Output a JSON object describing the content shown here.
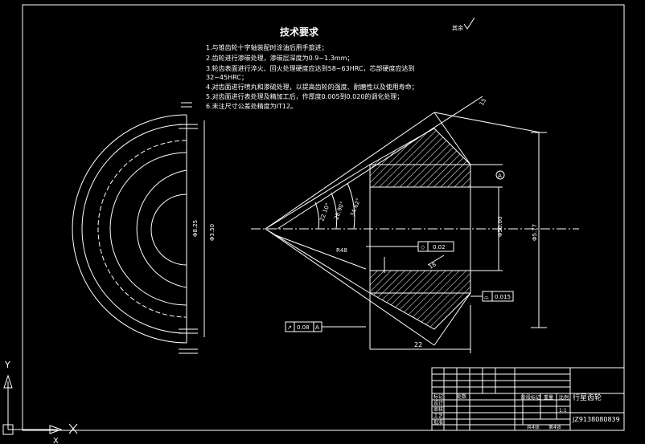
{
  "colors": {
    "background": "#000000",
    "lines": "#ffffff",
    "titleblock": "#ffffff"
  },
  "tech_requirements": {
    "title": "技术要求",
    "items": [
      "1.与锥齿轮十字轴装配时涂油后用手旋进；",
      "2.齿轮进行渗碳处理，渗碳层深度为0.9~1.3mm；",
      "3.轮齿表面进行淬火、回火处理硬度应达到58~63HRC，芯部硬度应达到",
      "32~45HRC；",
      "4.对齿面进行喷丸和渗硫处理，以提高齿轮的强度、耐磨性以及使用寿命；",
      "5.对齿面进行表处理及精加工后，作厚度0.005到0.020的调化处理；",
      "6.未注尺寸公差处精度为IT12。"
    ]
  },
  "roughness_note": "其余",
  "dimensions": {
    "left_d1": "Φ8.25",
    "left_d2": "Φ3.50",
    "right_d1": "Φ50.00",
    "right_d2": "Φ5.77",
    "angle1": "34.62°",
    "angle2": "28.90°",
    "angle3": "22.10°",
    "radius": "R48",
    "width": "22",
    "tooth": "18",
    "small_note": "15",
    "datum": "A"
  },
  "tolerances": {
    "gdt1_value": "0.02",
    "gdt2_value": "0.015",
    "gdt3_value": "0.08",
    "gdt3_datum": "A"
  },
  "title_block": {
    "part_name": "行星齿轮",
    "drawing_no": "JZ9138080839",
    "scale": "1:1",
    "labels": [
      "阶段标记",
      "重量",
      "比例",
      "标记",
      "处数",
      "设计",
      "审核",
      "工艺",
      "批准"
    ],
    "sheet_total": "共4张",
    "sheet_no": "第4张"
  },
  "ucs": {
    "x": "X",
    "y": "Y"
  }
}
